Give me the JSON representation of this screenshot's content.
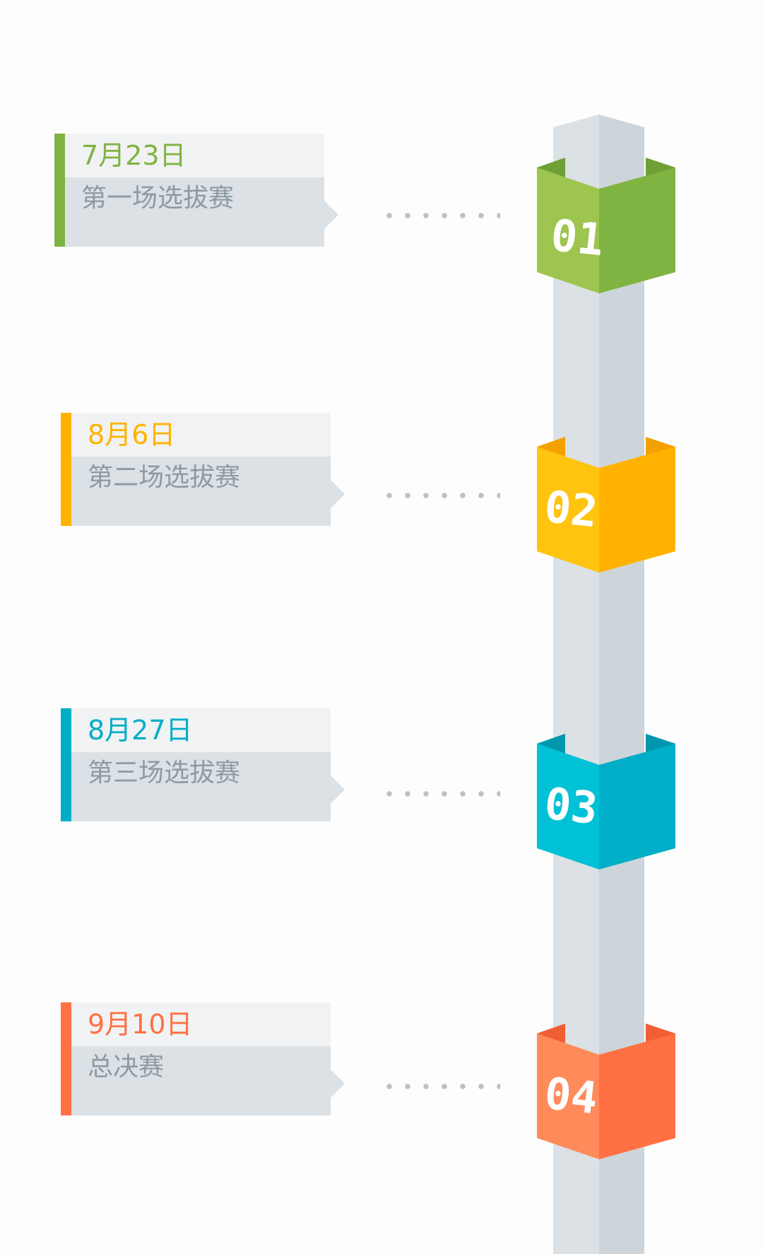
{
  "stages": [
    {
      "number": "01",
      "date": "7月23日",
      "title": "第一场选拔赛",
      "color": "#7fb342",
      "color_light": "#9dc54f",
      "color_dark": "#6ea037"
    },
    {
      "number": "02",
      "date": "8月6日",
      "title": "第二场选拔赛",
      "color": "#ffb300",
      "color_light": "#ffc410",
      "color_dark": "#f2a100"
    },
    {
      "number": "03",
      "date": "8月27日",
      "title": "第三场选拔赛",
      "color": "#00aec7",
      "color_light": "#00c1d6",
      "color_dark": "#0097ad"
    },
    {
      "number": "04",
      "date": "9月10日",
      "title": "总决赛",
      "color": "#ff7043",
      "color_light": "#ff8a5a",
      "color_dark": "#ef5f33"
    }
  ]
}
